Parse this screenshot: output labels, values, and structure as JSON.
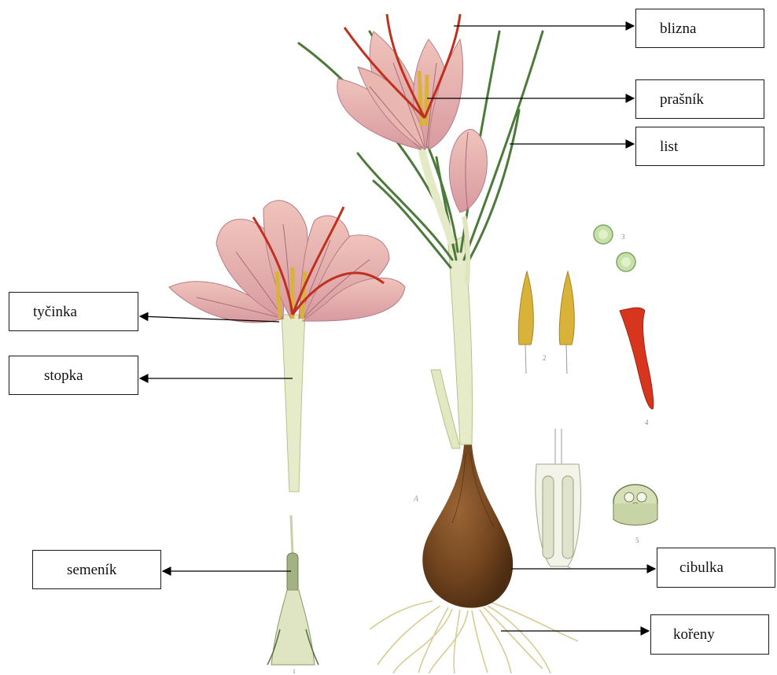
{
  "labels": {
    "blizna": "blizna",
    "prasnik": "prašník",
    "list": "list",
    "tycinka": "tyčinka",
    "stopka": "stopka",
    "semenik": "semeník",
    "cibulka": "cibulka",
    "koreny": "kořeny"
  },
  "plate_numbers": {
    "fig_a": "A",
    "fig_2": "2",
    "fig_3": "3",
    "fig_4": "4",
    "fig_5": "5",
    "fig_1": "1"
  },
  "colors": {
    "petal": "#e7b1a9",
    "petal_vein": "#a86a78",
    "stigma": "#c0301e",
    "anther": "#d9b23a",
    "leaf": "#4f7a3c",
    "stem": "#e4e9c6",
    "bulb": "#7a4a24",
    "root": "#d9cf9a",
    "line": "#000000"
  }
}
